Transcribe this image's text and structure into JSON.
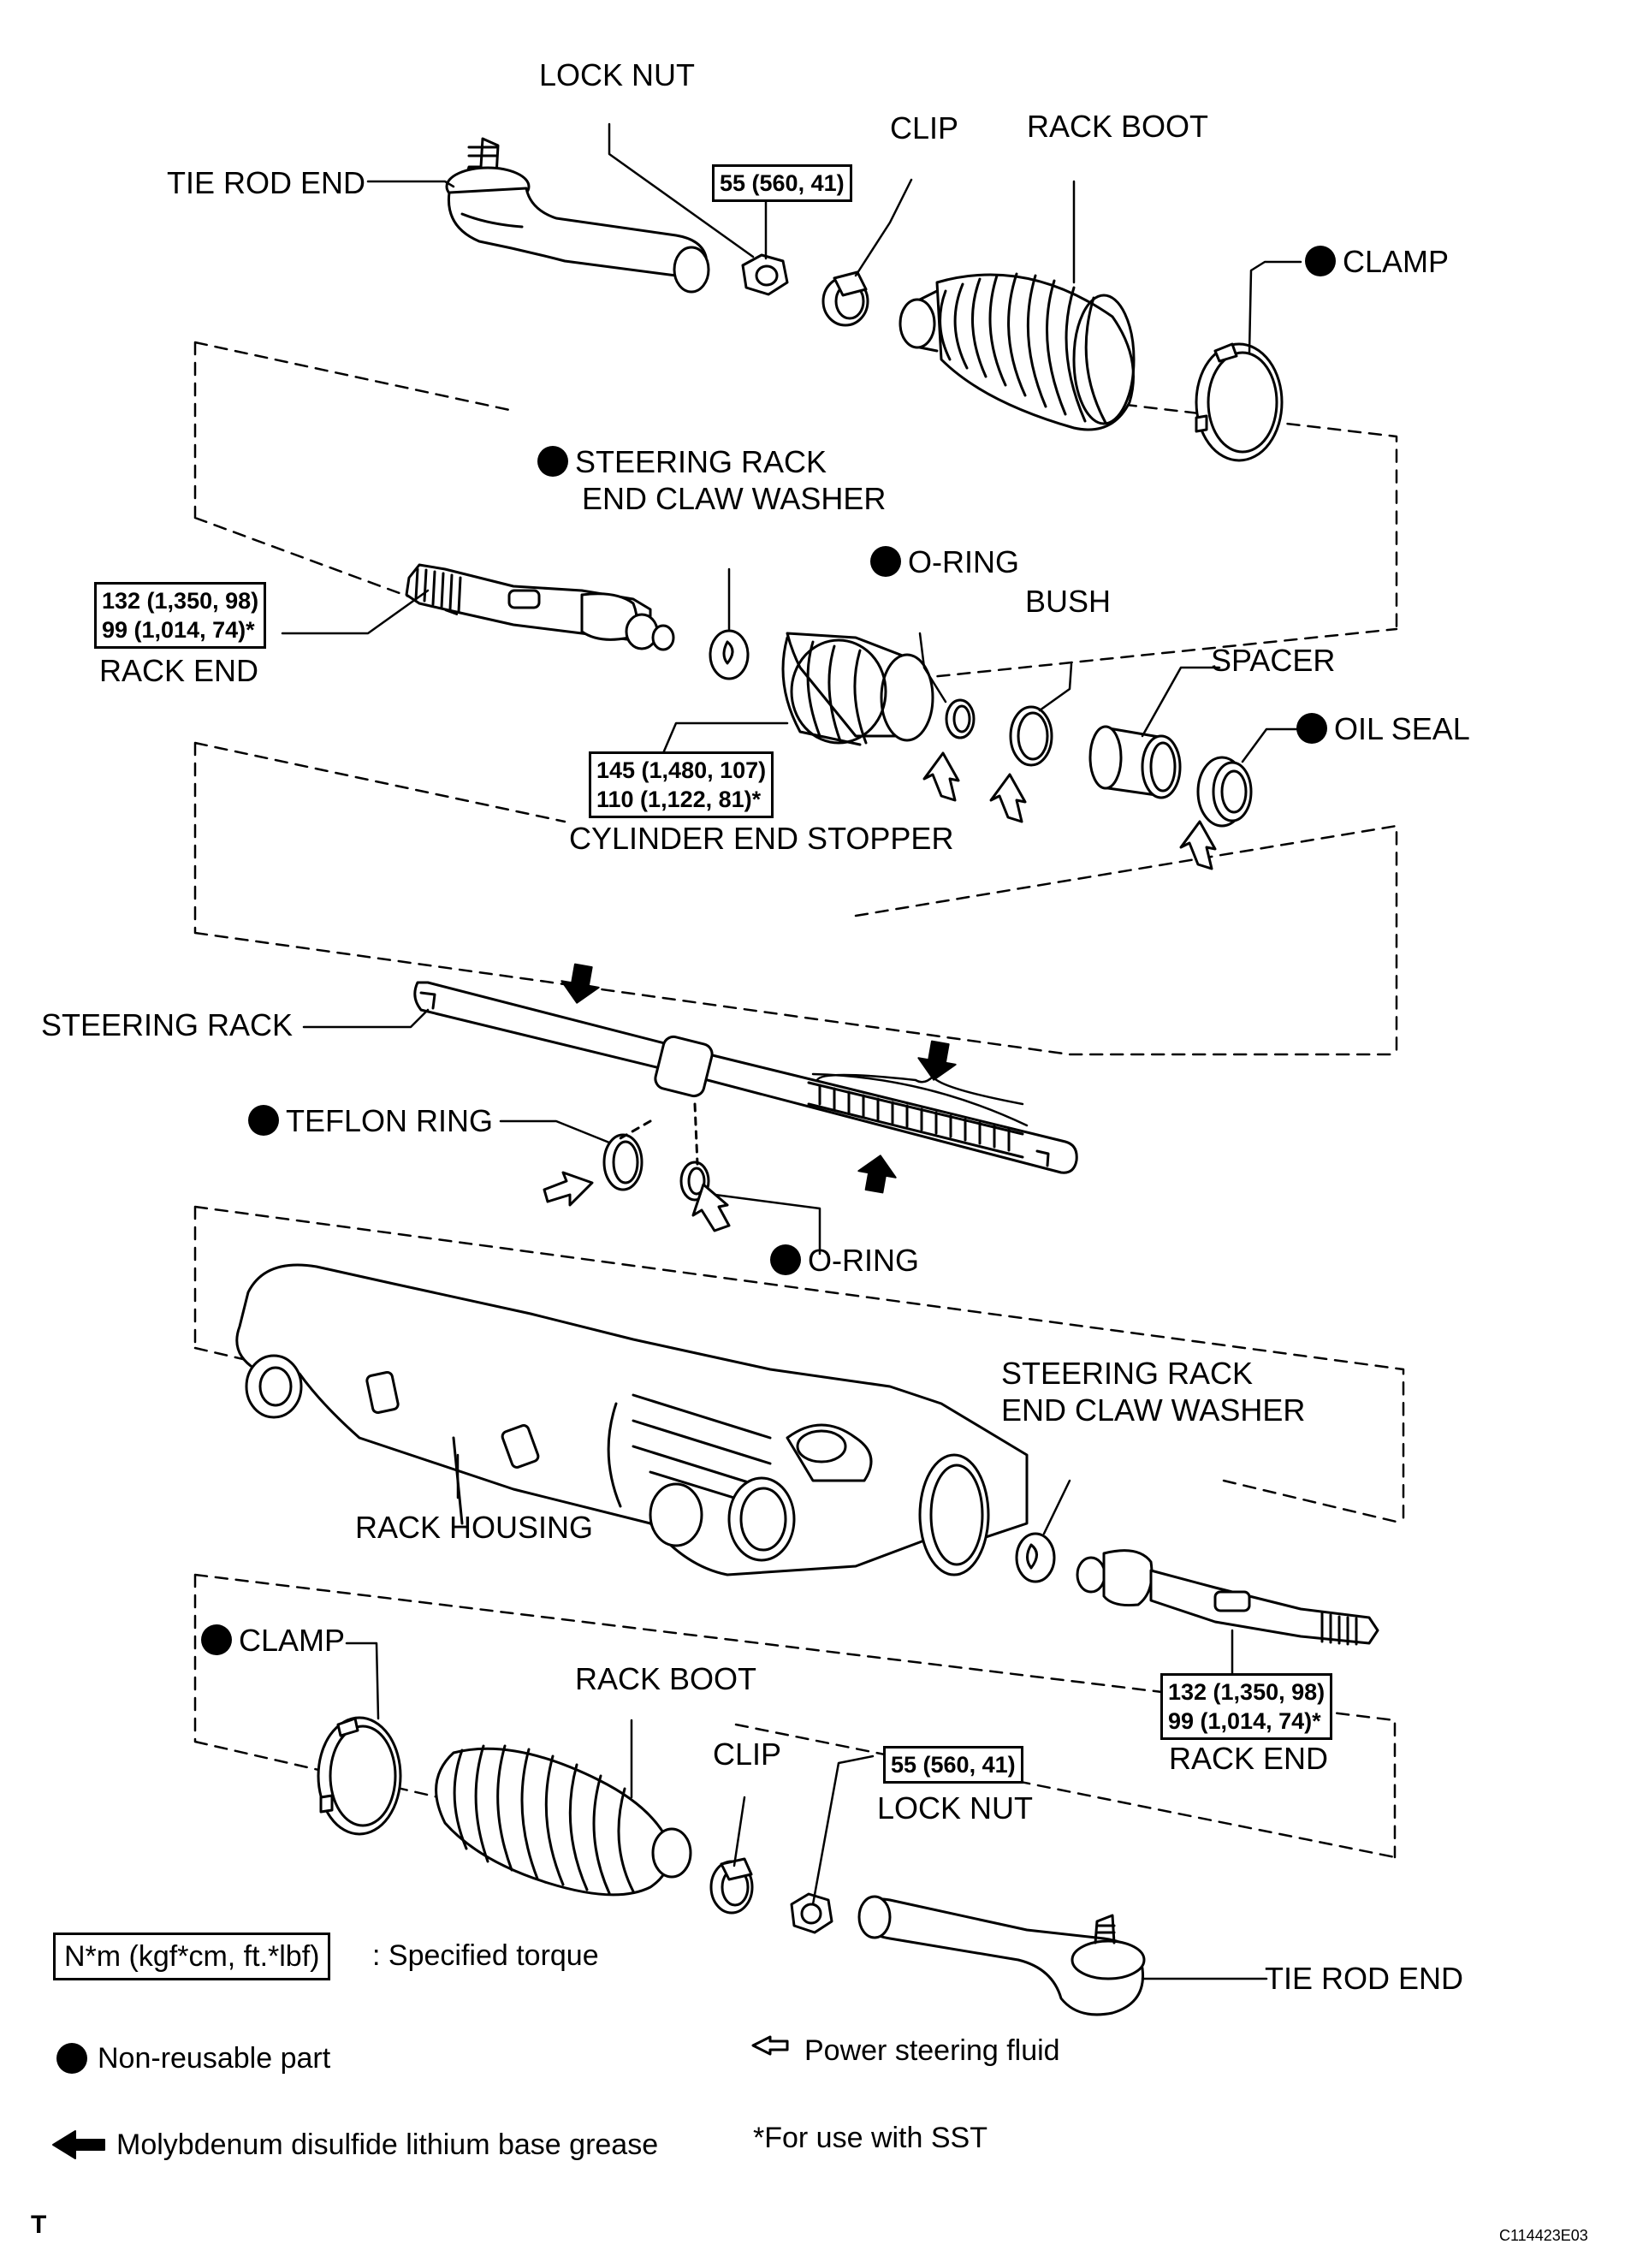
{
  "labels": {
    "lock_nut_top": "LOCK NUT",
    "clip_top": "CLIP",
    "rack_boot_top": "RACK BOOT",
    "tie_rod_end_top": "TIE ROD END",
    "clamp_top": "CLAMP",
    "claw_washer_top_line1": "STEERING RACK",
    "claw_washer_top_line2": "END CLAW WASHER",
    "o_ring_top": "O-RING",
    "bush": "BUSH",
    "spacer": "SPACER",
    "oil_seal": "OIL SEAL",
    "rack_end_top": "RACK END",
    "cylinder_end_stopper": "CYLINDER END STOPPER",
    "steering_rack": "STEERING RACK",
    "teflon_ring": "TEFLON RING",
    "o_ring_bottom": "O-RING",
    "claw_washer_bottom_line1": "STEERING RACK",
    "claw_washer_bottom_line2": "END CLAW WASHER",
    "rack_housing": "RACK HOUSING",
    "clamp_bottom": "CLAMP",
    "rack_boot_bottom": "RACK BOOT",
    "clip_bottom": "CLIP",
    "lock_nut_bottom": "LOCK NUT",
    "rack_end_bottom": "RACK END",
    "tie_rod_end_bottom": "TIE ROD END"
  },
  "torques": {
    "lock_nut_top": "55 (560, 41)",
    "rack_end_top_1": "132 (1,350, 98)",
    "rack_end_top_2": "99 (1,014, 74)*",
    "cylinder_stopper_1": "145 (1,480, 107)",
    "cylinder_stopper_2": "110 (1,122, 81)*",
    "rack_end_bottom_1": "132 (1,350, 98)",
    "rack_end_bottom_2": "99 (1,014, 74)*",
    "lock_nut_bottom": "55 (560, 41)"
  },
  "legend": {
    "torque_unit": "N*m (kgf*cm, ft.*lbf)",
    "torque_desc": ": Specified torque",
    "non_reusable": "Non-reusable part",
    "fluid": "Power steering fluid",
    "grease": "Molybdenum disulfide lithium base grease",
    "sst_note": "*For use with SST"
  },
  "corner_mark": "T",
  "figure_code": "C114423E03"
}
